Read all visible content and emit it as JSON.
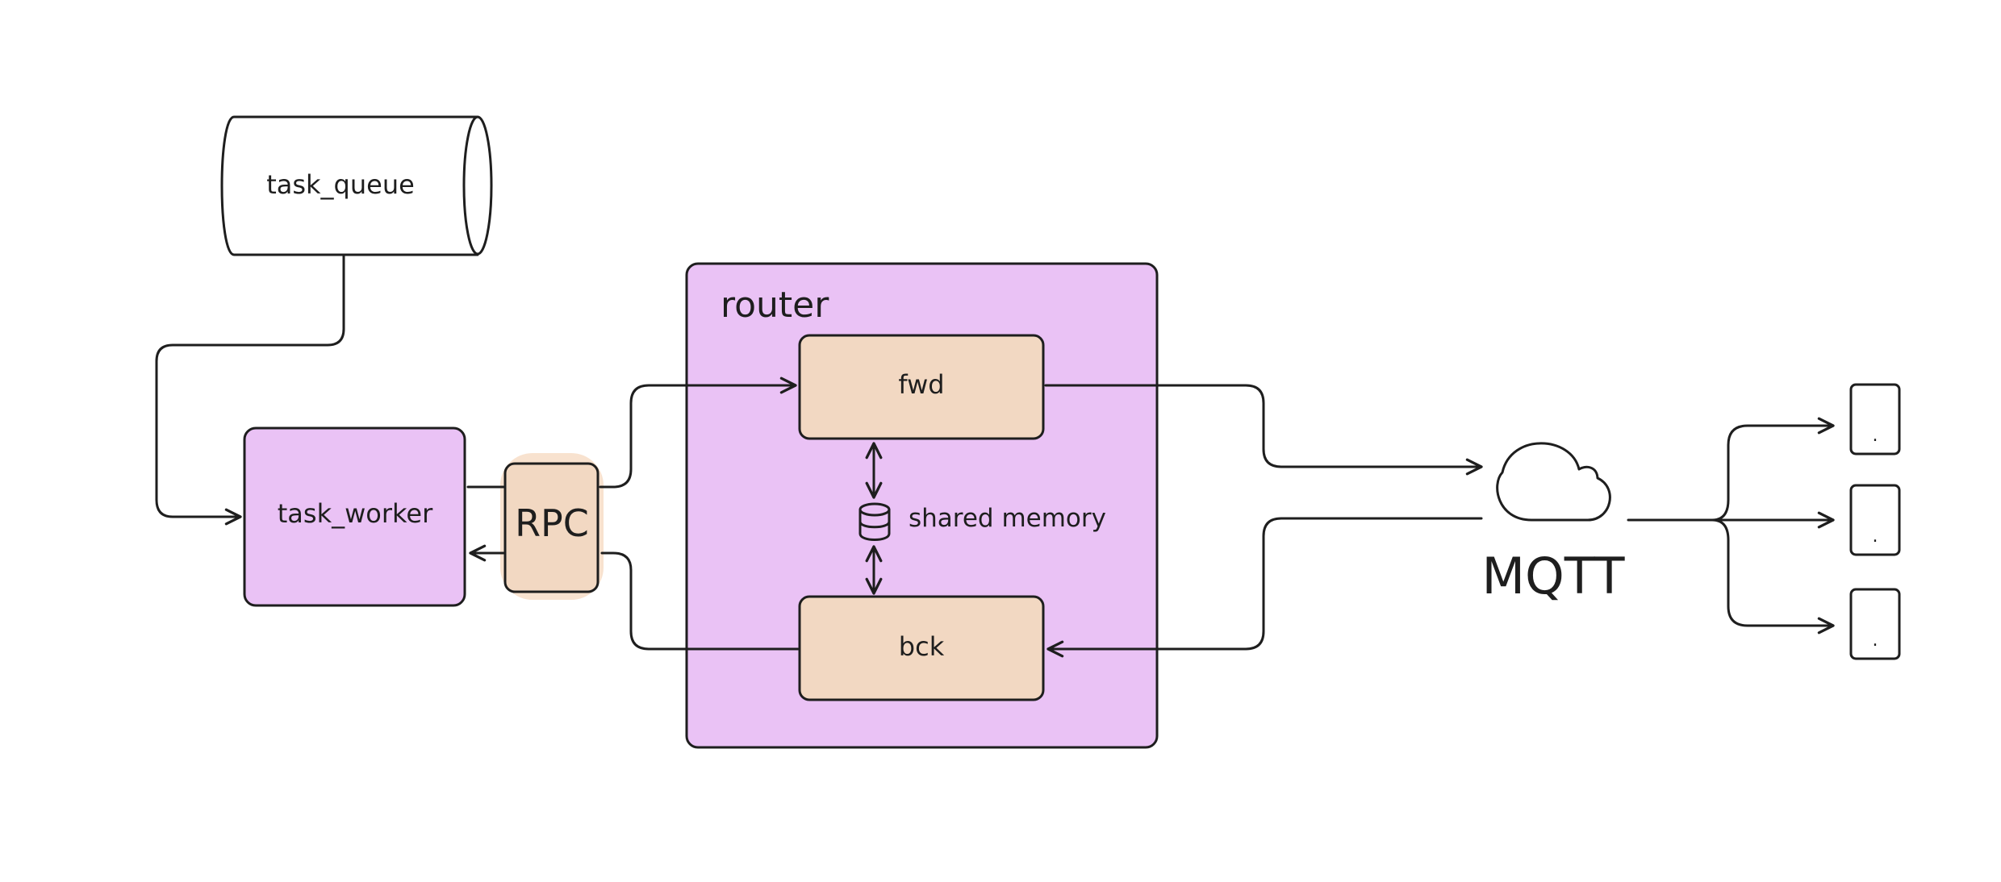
{
  "diagram": {
    "nodes": {
      "task_queue": {
        "label": "task_queue"
      },
      "task_worker": {
        "label": "task_worker"
      },
      "rpc": {
        "label": "RPC"
      },
      "router": {
        "label": "router"
      },
      "fwd": {
        "label": "fwd"
      },
      "bck": {
        "label": "bck"
      },
      "shared_memory": {
        "label": "shared memory"
      },
      "mqtt": {
        "label": "MQTT"
      },
      "devices": [
        {
          "label": "."
        },
        {
          "label": "."
        },
        {
          "label": "."
        }
      ]
    },
    "colors": {
      "router_fill": "#eac2f5",
      "worker_fill": "#eac2f5",
      "component_fill": "#f2d8c2",
      "rpc_highlight": "#f7dfca",
      "stroke": "#1e1e1e"
    }
  }
}
